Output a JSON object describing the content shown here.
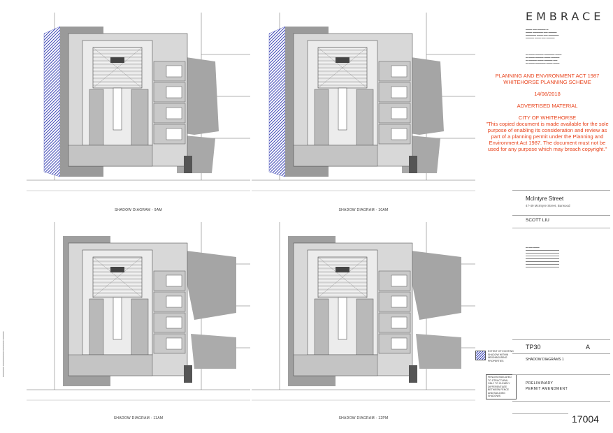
{
  "diagrams": [
    {
      "caption": "SHADOW DIAGRAM - 9AM"
    },
    {
      "caption": "SHADOW DIAGRAM - 10AM"
    },
    {
      "caption": "SHADOW DIAGRAM - 11AM"
    },
    {
      "caption": "SHADOW DIAGRAM - 12PM"
    }
  ],
  "brand": {
    "logo": "EMBRACE"
  },
  "stamp": {
    "line1": "PLANNING AND ENVIRONMENT ACT 1987",
    "line2": "WHITEHORSE PLANNING SCHEME",
    "date": "14/08/2018",
    "advertised": "ADVERTISED MATERIAL",
    "council": "CITY OF WHITEHORSE",
    "notice": "\"This copied document is made available for the sole\npurpose of enabling its consideration and review as\npart of a planning permit under the Planning and\nEnvironment Act 1987. The document must not be\nused for any purpose which may breach copyright.\""
  },
  "project": {
    "name": "McIntyre Street",
    "address": "47-49 McIntyre Street, Burwood",
    "client": "SCOTT LIU"
  },
  "drawing": {
    "number": "TP30",
    "revision": "A",
    "title": "SHADOW DIAGRAMS 1",
    "status_line1": "PRELIMINARY",
    "status_line2": "PERMIT AMENDMENT",
    "job_number": "17004"
  },
  "legend": {
    "hatch_label": "EXTENT OF EXISTING SHADOW WITHIN NEIGHBOURING PROPERTIES",
    "note": "FENCES INDICATED TO STRUCTURAL ONLY TO CLEARLY DIFFERENTIATE BETWEEN FENCE AND BUILDING SHADOWS"
  },
  "colors": {
    "stamp": "#e8421b",
    "hatch": "#3c45b5",
    "shadow": "#9a9a9a"
  }
}
